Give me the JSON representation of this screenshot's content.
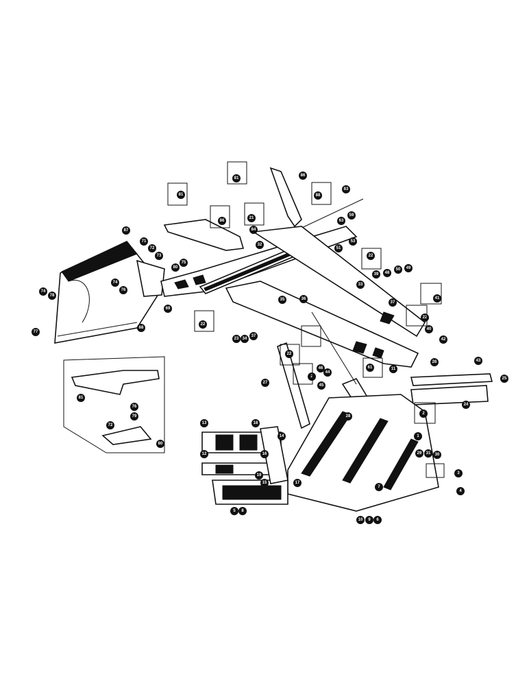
{
  "callouts": {
    "c1": "81",
    "c2": "86",
    "c3": "83",
    "c4": "88",
    "c5": "81",
    "c6": "86",
    "c7": "21",
    "c8": "84",
    "c9": "63",
    "c10": "59",
    "c11": "53",
    "c12": "32",
    "c13": "51",
    "c14": "87",
    "c15": "71",
    "c16": "72",
    "c17": "73",
    "c18": "80",
    "c19": "75",
    "c20": "74",
    "c21": "76",
    "c22": "74",
    "c23": "78",
    "c24": "77",
    "c25": "69",
    "c26": "68",
    "c27": "22",
    "c28": "22",
    "c29": "41",
    "c30": "22",
    "c31": "48",
    "c32": "50",
    "c33": "49",
    "c34": "40",
    "c35": "42",
    "c36": "26",
    "c37": "43",
    "c38": "25",
    "c39": "24",
    "c40": "27",
    "c41": "28",
    "c42": "1",
    "c43": "2",
    "c44": "3",
    "c45": "4",
    "c46": "5",
    "c47": "6",
    "c48": "7",
    "c49": "10",
    "c50": "9",
    "c51": "8",
    "c52": "13",
    "c53": "12",
    "c54": "14",
    "c55": "15",
    "c56": "16",
    "c57": "17",
    "c58": "18",
    "c59": "19",
    "c60": "29",
    "c61": "31",
    "c62": "30",
    "c63": "81",
    "c64": "76",
    "c65": "79",
    "c66": "72",
    "c67": "80",
    "c68": "23",
    "c69": "34",
    "c70": "37",
    "c71": "22",
    "c72": "46",
    "c73": "44",
    "c74": "45",
    "c75": "61",
    "c76": "11",
    "c77": "2",
    "c78": "36",
    "c79": "35",
    "c80": "33",
    "c81": "39",
    "c82": "37"
  },
  "colors": {
    "ink": "#111111",
    "paper": "#ffffff"
  }
}
